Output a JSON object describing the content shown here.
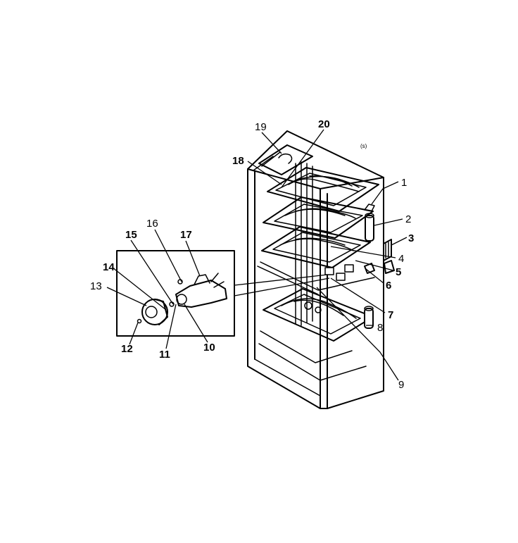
{
  "diagram": {
    "callouts": [
      {
        "id": "1",
        "label": "1"
      },
      {
        "id": "2",
        "label": "2"
      },
      {
        "id": "3",
        "label": "3"
      },
      {
        "id": "4",
        "label": "4"
      },
      {
        "id": "5",
        "label": "5"
      },
      {
        "id": "6",
        "label": "6"
      },
      {
        "id": "7",
        "label": "7"
      },
      {
        "id": "8",
        "label": "8"
      },
      {
        "id": "9",
        "label": "9"
      },
      {
        "id": "10",
        "label": "10"
      },
      {
        "id": "11",
        "label": "11"
      },
      {
        "id": "12",
        "label": "12"
      },
      {
        "id": "13",
        "label": "13"
      },
      {
        "id": "14",
        "label": "14"
      },
      {
        "id": "15",
        "label": "15"
      },
      {
        "id": "16",
        "label": "16"
      },
      {
        "id": "17",
        "label": "17"
      },
      {
        "id": "18",
        "label": "18"
      },
      {
        "id": "19",
        "label": "19"
      },
      {
        "id": "20",
        "label": "20"
      }
    ],
    "tag_label": "(s)"
  }
}
